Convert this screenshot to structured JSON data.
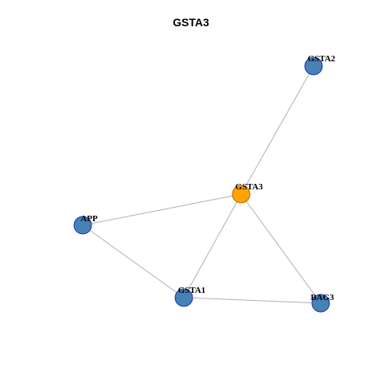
{
  "title": "GSTA3",
  "colors": {
    "focus_node_fill": "#FFA500",
    "node_fill": "#4682B4",
    "node_stroke": "#1E2FBE",
    "focus_stroke": "#B5651D",
    "edge": "#B0B0B0"
  },
  "nodes": [
    {
      "id": "GSTA2",
      "label": "GSTA2",
      "focus": false
    },
    {
      "id": "GSTA3",
      "label": "GSTA3",
      "focus": true
    },
    {
      "id": "APP",
      "label": "APP",
      "focus": false
    },
    {
      "id": "GSTA1",
      "label": "GSTA1",
      "focus": false
    },
    {
      "id": "BAG3",
      "label": "BAG3",
      "focus": false
    }
  ],
  "edges": [
    {
      "source": "GSTA2",
      "target": "GSTA3"
    },
    {
      "source": "GSTA3",
      "target": "APP"
    },
    {
      "source": "GSTA3",
      "target": "GSTA1"
    },
    {
      "source": "GSTA3",
      "target": "BAG3"
    },
    {
      "source": "APP",
      "target": "GSTA1"
    },
    {
      "source": "GSTA1",
      "target": "BAG3"
    }
  ]
}
